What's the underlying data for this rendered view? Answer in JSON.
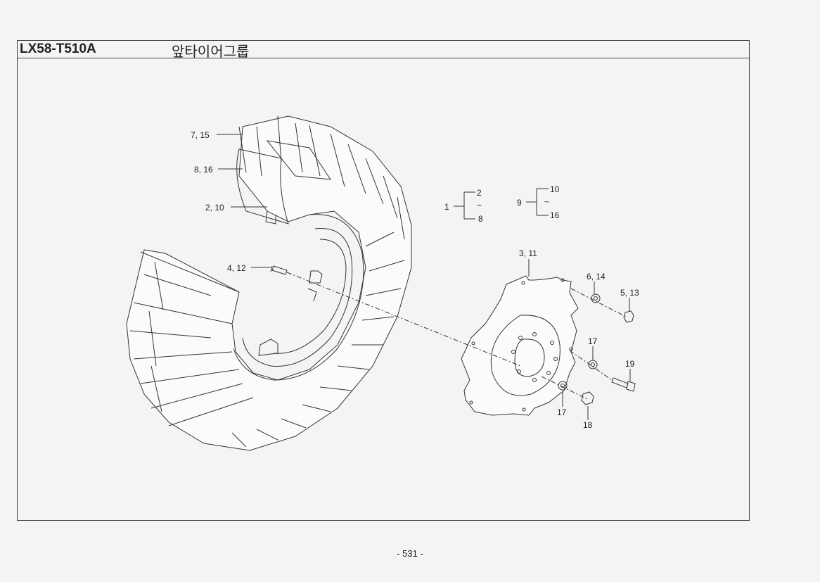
{
  "header": {
    "model": "LX58-T510A",
    "title": "앞타이어그룹"
  },
  "labels": {
    "tire_lug": "7, 15",
    "tire_inner": "8, 16",
    "rim": "2, 10",
    "bolt_small": "4, 12",
    "disc": "3, 11",
    "washer_a": "6, 14",
    "nut_a": "5, 13",
    "washer_b": "17",
    "washer_c": "17",
    "bolt_large": "19",
    "nut_b": "18"
  },
  "groups": [
    {
      "parent": "1",
      "top": "2",
      "tilde": "~",
      "bottom": "8"
    },
    {
      "parent": "9",
      "top": "10",
      "tilde": "~",
      "bottom": "16"
    }
  ],
  "footer": {
    "page": "- 531 -"
  }
}
